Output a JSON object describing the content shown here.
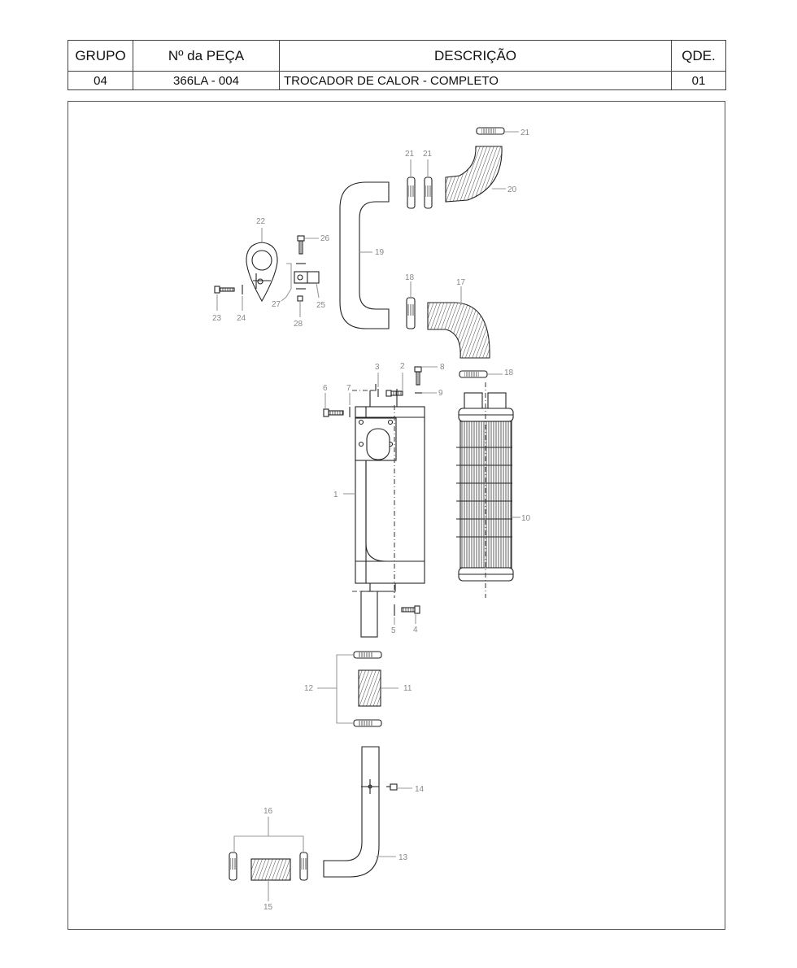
{
  "header": {
    "columns": [
      "GRUPO",
      "Nº da PEÇA",
      "DESCRIÇÃO",
      "QDE."
    ],
    "row": {
      "grupo": "04",
      "peca": "366LA - 004",
      "descricao": "TROCADOR DE CALOR - COMPLETO",
      "qde": "01"
    }
  },
  "callouts": {
    "c1": "1",
    "c2": "2",
    "c3": "3",
    "c4": "4",
    "c5": "5",
    "c6": "6",
    "c7": "7",
    "c8": "8",
    "c9": "9",
    "c10": "10",
    "c11": "11",
    "c12": "12",
    "c13": "13",
    "c14": "14",
    "c15": "15",
    "c16": "16",
    "c17": "17",
    "c18a": "18",
    "c18b": "18",
    "c19": "19",
    "c20": "20",
    "c21a": "21",
    "c21b": "21",
    "c21c": "21",
    "c22": "22",
    "c23": "23",
    "c24": "24",
    "c25": "25",
    "c26": "26",
    "c27": "27",
    "c28": "28"
  },
  "colors": {
    "line": "#222222",
    "label": "#888888",
    "border": "#444444"
  }
}
